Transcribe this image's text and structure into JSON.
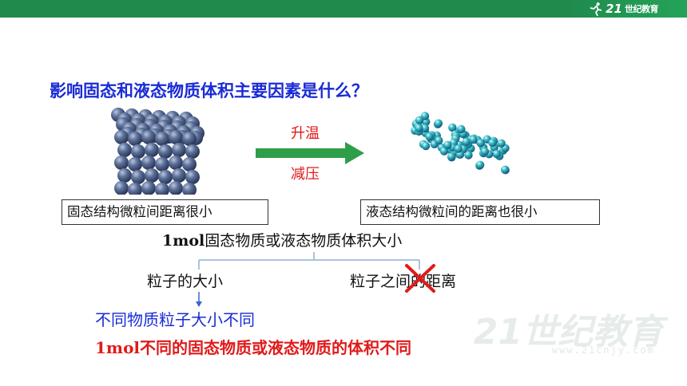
{
  "header": {
    "logo_number": "21",
    "logo_text": "世纪教育"
  },
  "slide": {
    "question": "影响固态和液态物质体积主要因素是什么？",
    "arrow_top_label": "升温",
    "arrow_bottom_label": "减压",
    "solid_box": "固态结构微粒间距离很小",
    "liquid_box": "液态结构微粒间的距离也很小",
    "summary_prefix": "1mol",
    "summary_rest": "固态物质或液态物质体积大小",
    "branch_left": "粒子的大小",
    "branch_right": "粒子之间的距离",
    "conclusion_blue": "不同物质粒子大小不同",
    "conclusion_red_prefix": "1mol",
    "conclusion_red_rest": "不同的固态物质或液态物质的体积不同",
    "watermark_main": "21世纪教育",
    "watermark_sub": "www.21cnjy.com"
  },
  "colors": {
    "header_green": "#1f8a4c",
    "arrow_green": "#2e9e48",
    "question_blue": "#1a2bd6",
    "accent_red": "#e01a1a",
    "solid_ball": "#4a5f86",
    "liquid_ball": "#2bb0b8"
  },
  "icons": {
    "logo": "runner-icon",
    "arrow": "right-arrow-icon",
    "cross": "cross-mark-icon"
  }
}
